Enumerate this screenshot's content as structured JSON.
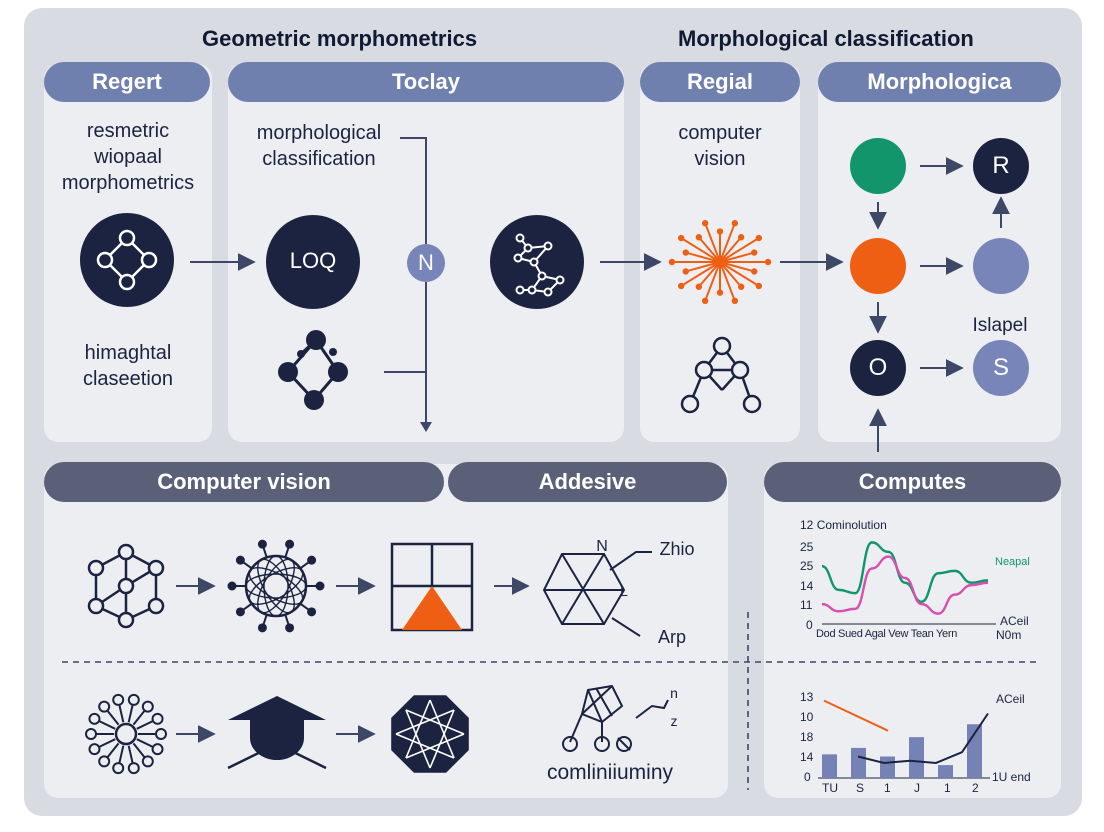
{
  "header": {
    "title_left": "Geometric morphometrics",
    "title_right": "Morphological classification"
  },
  "panels": {
    "regert": {
      "label": "Regert",
      "text1": [
        "resmetric",
        "wiopaal",
        "morphometrics"
      ],
      "text2": [
        "himaghtal",
        "claseetion"
      ]
    },
    "toclay": {
      "label": "Toclay",
      "text": [
        "morphological",
        "classification"
      ],
      "node_loq": "LOQ",
      "node_n": "N"
    },
    "regial": {
      "label": "Regial",
      "text": [
        "computer",
        "vision"
      ]
    },
    "morphologica": {
      "label": "Morphologica",
      "node_r": "R",
      "node_o": "O",
      "node_s": "S",
      "side_label": "Islapel",
      "colors": {
        "green": "#12956b",
        "orange": "#ee5f14",
        "dark": "#1b2340",
        "light": "#7885b8"
      }
    },
    "computer_vision": {
      "label": "Computer vision"
    },
    "addesive": {
      "label": "Addesive",
      "labels": {
        "n": "N",
        "zhio": "Zhio",
        "arp": "Arp",
        "l": "L",
        "n2": "n",
        "z": "z"
      },
      "bottom_text": "comliniiuminy"
    },
    "computes": {
      "label": "Computes"
    }
  },
  "chart_data": [
    {
      "type": "line",
      "title": "Cominolution",
      "ytick_labels": [
        "12",
        "25",
        "25",
        "14",
        "11",
        "0"
      ],
      "xtick_labels": [
        "Dod",
        "Sued",
        "Agal",
        "Vew",
        "Tean",
        "Yern"
      ],
      "legend": "Neapal",
      "annotation1": "ACeil",
      "annotation2": "N0m",
      "series": [
        {
          "color": "#12956b",
          "values": [
            10.5,
            5.5,
            4.8,
            15.5,
            13.5,
            7.0,
            3.0,
            9.0,
            9.5,
            7.0,
            7.5
          ]
        },
        {
          "color": "#d64fb1",
          "values": [
            2.5,
            1.0,
            1.5,
            10.0,
            12.5,
            8.0,
            2.5,
            0.5,
            4.5,
            6.5,
            7.0
          ]
        }
      ]
    },
    {
      "type": "bar",
      "ytick_labels": [
        "13",
        "10",
        "18",
        "14",
        "0"
      ],
      "xtick_labels": [
        "TU",
        "S",
        "1",
        "J",
        "1",
        "2"
      ],
      "annotation1": "ACeil",
      "annotation2": "1U end",
      "bars": [
        5.5,
        7.0,
        5.0,
        9.5,
        3.0,
        12.5
      ],
      "bar_color": "#7482b6",
      "line_dark": [
        5.0,
        3.5,
        4.0,
        3.5,
        6.0,
        15.0
      ],
      "line_orange": [
        18.0,
        11.0
      ]
    }
  ]
}
